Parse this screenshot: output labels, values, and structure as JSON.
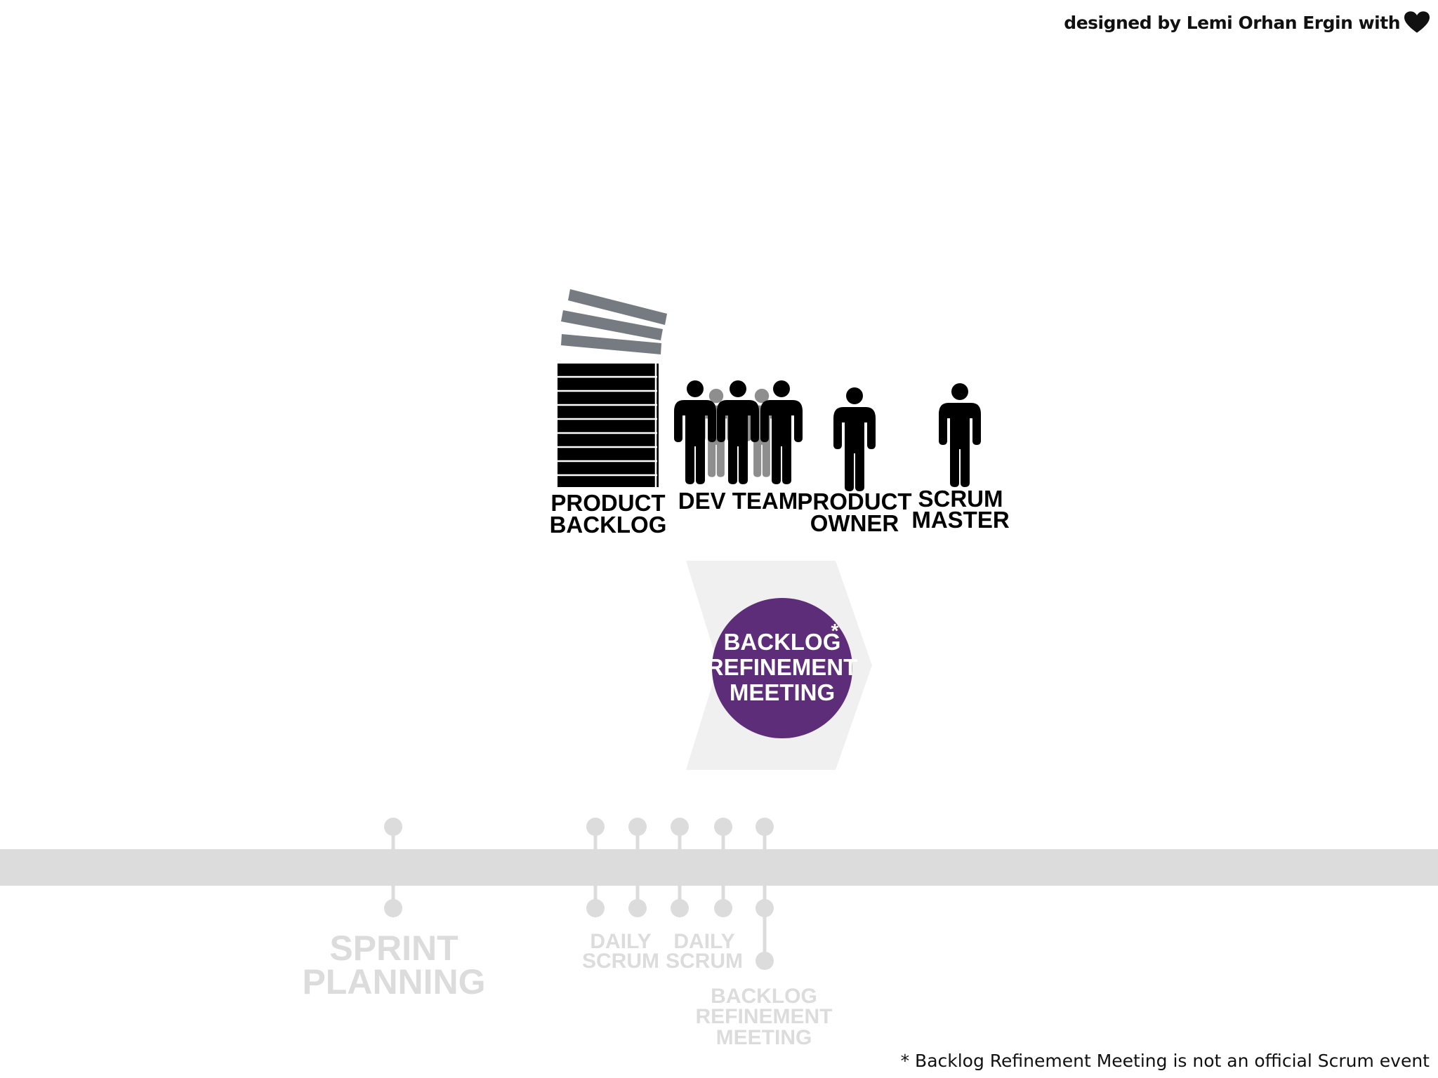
{
  "credit": {
    "text": "designed by Lemi Orhan Ergin with",
    "icon": "heart-icon"
  },
  "roles": {
    "product_backlog": {
      "line1": "PRODUCT",
      "line2": "BACKLOG"
    },
    "dev_team": {
      "line1": "DEV TEAM"
    },
    "product_owner": {
      "line1": "PRODUCT",
      "line2": "OWNER"
    },
    "scrum_master": {
      "line1": "SCRUM",
      "line2": "MASTER"
    }
  },
  "highlight": {
    "line1": "BACKLOG",
    "line2": "REFINEMENT",
    "line3": "MEETING",
    "asterisk": "*",
    "color": "#5e2d79"
  },
  "timeline": {
    "sprint_planning": {
      "line1": "SPRINT",
      "line2": "PLANNING"
    },
    "daily_scrum_1": {
      "line1": "DAILY",
      "line2": "SCRUM"
    },
    "daily_scrum_2": {
      "line1": "DAILY",
      "line2": "SCRUM"
    },
    "backlog_refinement": {
      "line1": "BACKLOG",
      "line2": "REFINEMENT",
      "line3": "MEETING"
    },
    "color": "#dcdcdc"
  },
  "footnote": "* Backlog Refinement Meeting is not an official Scrum event"
}
